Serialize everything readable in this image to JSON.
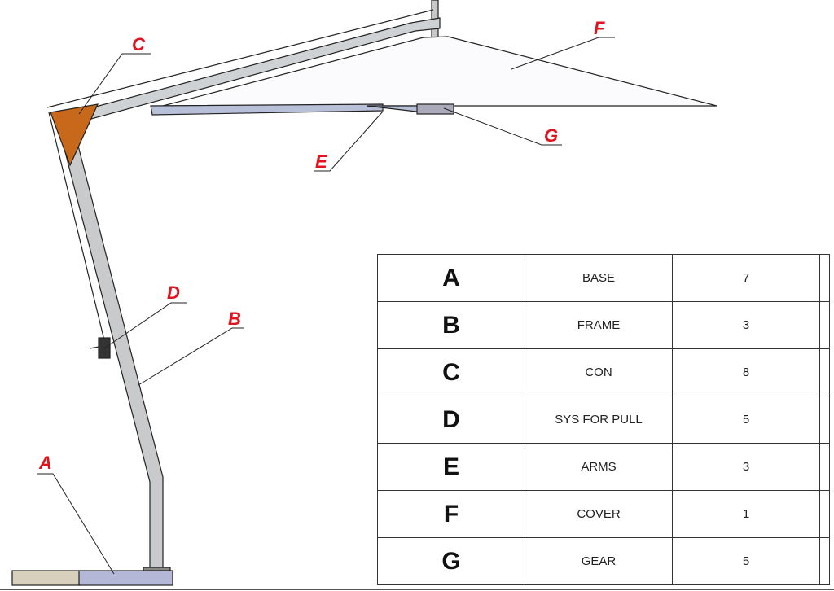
{
  "labels": {
    "A": "A",
    "B": "B",
    "C": "C",
    "D": "D",
    "E": "E",
    "F": "F",
    "G": "G"
  },
  "parts": [
    {
      "letter": "A",
      "name": "BASE",
      "qty": "7"
    },
    {
      "letter": "B",
      "name": "FRAME",
      "qty": "3"
    },
    {
      "letter": "C",
      "name": "CON",
      "qty": "8"
    },
    {
      "letter": "D",
      "name": "SYS FOR PULL",
      "qty": "5"
    },
    {
      "letter": "E",
      "name": "ARMS",
      "qty": "3"
    },
    {
      "letter": "F",
      "name": "COVER",
      "qty": "1"
    },
    {
      "letter": "G",
      "name": "GEAR",
      "qty": "5"
    }
  ]
}
